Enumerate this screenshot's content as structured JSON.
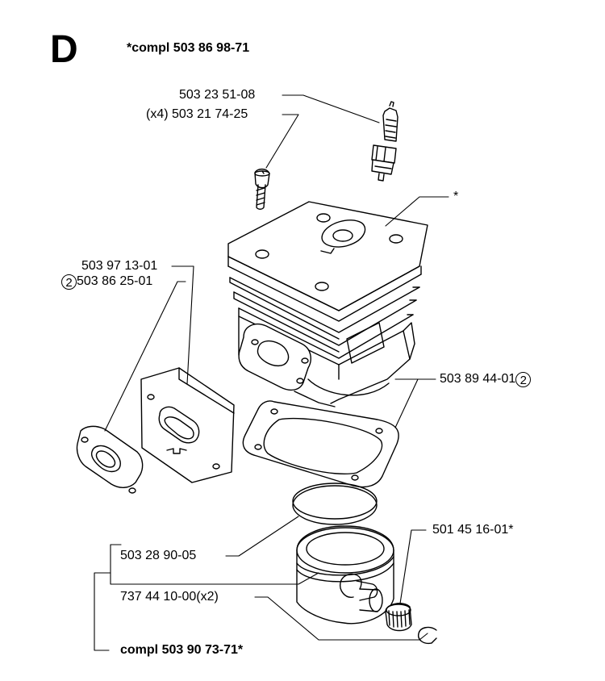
{
  "section": {
    "letter": "D",
    "kit_label": "*compl 503 86 98-71"
  },
  "labels": {
    "spark_plug": "503 23 51-08",
    "screw": "(x4) 503 21 74-25",
    "cylinder_asterisk": "*",
    "gasket_plate": "503 97 13-01",
    "gasket_small_qty": "2",
    "gasket_small": "503 86 25-01",
    "base_gasket": "503 89 44-01",
    "base_gasket_qty": "2",
    "needle_bearing": "501 45 16-01*",
    "piston_ring": "503 28 90-05",
    "circlip": "737 44 10-00(x2)",
    "piston_kit": "compl 503 90 73-71*"
  },
  "colors": {
    "line": "#000000",
    "background": "#ffffff"
  }
}
